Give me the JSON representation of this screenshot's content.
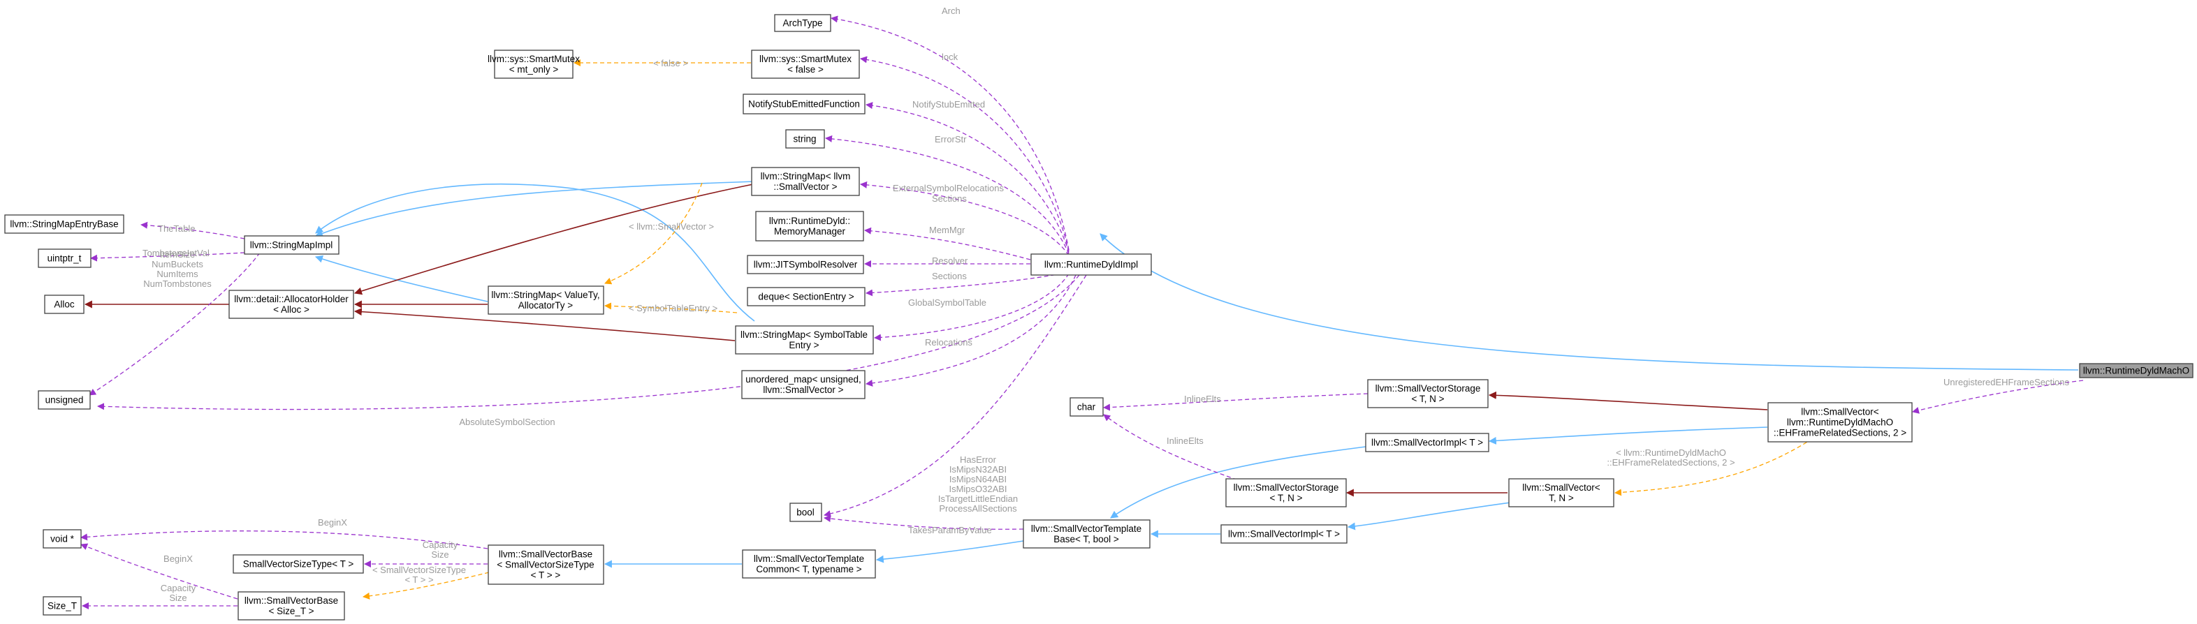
{
  "nodes": {
    "dyld_macho": [
      "llvm::RuntimeDyldMachO"
    ],
    "dyld_impl": [
      "llvm::RuntimeDyldImpl"
    ],
    "archtype": [
      "ArchType"
    ],
    "smartmutex_false": [
      "llvm::sys::SmartMutex",
      "< false >"
    ],
    "smartmutex_mt": [
      "llvm::sys::SmartMutex",
      "< mt_only >"
    ],
    "notify_stub": [
      "NotifyStubEmittedFunction"
    ],
    "string": [
      "string"
    ],
    "stringmap_smallvec": [
      "llvm::StringMap< llvm",
      "::SmallVector >"
    ],
    "memmgr": [
      "llvm::RuntimeDyld::",
      "MemoryManager"
    ],
    "jitsymres": [
      "llvm::JITSymbolResolver"
    ],
    "deque": [
      "deque< SectionEntry >"
    ],
    "stringmap_symtab": [
      "llvm::StringMap< SymbolTable",
      "Entry >"
    ],
    "unordered_map": [
      "unordered_map< unsigned,",
      "llvm::SmallVector >"
    ],
    "stringmap_vt": [
      "llvm::StringMap< ValueTy,",
      "AllocatorTy >"
    ],
    "stringmapimpl": [
      "llvm::StringMapImpl"
    ],
    "allocholder": [
      "llvm::detail::AllocatorHolder",
      "< Alloc >"
    ],
    "stringmapentrybase": [
      "llvm::StringMapEntryBase"
    ],
    "uintptr": [
      "uintptr_t"
    ],
    "alloc": [
      "Alloc"
    ],
    "unsigned": [
      "unsigned"
    ],
    "bool": [
      "bool"
    ],
    "char": [
      "char"
    ],
    "voidptr": [
      "void *"
    ],
    "size_t": [
      "Size_T"
    ],
    "svsizetype": [
      "SmallVectorSizeType< T >"
    ],
    "svbase_svst": [
      "llvm::SmallVectorBase",
      "< SmallVectorSizeType",
      "< T > >"
    ],
    "svbase_sizet": [
      "llvm::SmallVectorBase",
      "< Size_T >"
    ],
    "svtc": [
      "llvm::SmallVectorTemplate",
      "Common< T, typename >"
    ],
    "svtb": [
      "llvm::SmallVectorTemplate",
      "Base< T, bool >"
    ],
    "svimpl_mid": [
      "llvm::SmallVectorImpl< T >"
    ],
    "svimpl_top": [
      "llvm::SmallVectorImpl< T >"
    ],
    "svstorage_mid": [
      "llvm::SmallVectorStorage",
      "< T, N >"
    ],
    "svstorage_top": [
      "llvm::SmallVectorStorage",
      "< T, N >"
    ],
    "smallvector_tn": [
      "llvm::SmallVector<",
      "T, N >"
    ],
    "smallvector_eh": [
      "llvm::SmallVector<",
      "llvm::RuntimeDyldMachO",
      "::EHFrameRelatedSections, 2 >"
    ]
  },
  "edge_labels": {
    "arch": [
      "Arch"
    ],
    "lock": [
      "lock"
    ],
    "tplarg_false": [
      "< false >"
    ],
    "notify": [
      "NotifyStubEmitted"
    ],
    "errorstr": [
      "ErrorStr"
    ],
    "extsymrel": [
      "ExternalSymbolRelocations"
    ],
    "sections": [
      "Sections"
    ],
    "memmgr": [
      "MemMgr"
    ],
    "resolver": [
      "Resolver"
    ],
    "globalsym": [
      "GlobalSymbolTable"
    ],
    "relocations": [
      "Relocations"
    ],
    "tplarg_smallvec": [
      "< llvm::SmallVector >"
    ],
    "tplarg_symtab": [
      "< SymbolTableEntry >"
    ],
    "thetable": [
      "TheTable"
    ],
    "tombstone": [
      "TombstoneIntVal"
    ],
    "itemsize": [
      "ItemSize",
      "NumBuckets",
      "NumItems",
      "NumTombstones"
    ],
    "abssym": [
      "AbsoluteSymbolSection"
    ],
    "haserror": [
      "HasError",
      "IsMipsN32ABI",
      "IsMipsN64ABI",
      "IsMipsO32ABI",
      "IsTargetLittleEndian",
      "ProcessAllSections"
    ],
    "inlineelts_top": [
      "InlineElts"
    ],
    "inlineelts_mid": [
      "InlineElts"
    ],
    "unreg": [
      "UnregisteredEHFrameSections"
    ],
    "tplarg_eh": [
      "< llvm::RuntimeDyldMachO",
      "::EHFrameRelatedSections, 2 >"
    ],
    "takesparam": [
      "TakesParamByValue"
    ],
    "beginx_top": [
      "BeginX"
    ],
    "capacity_top": [
      "Capacity",
      "Size"
    ],
    "tplarg_svst": [
      "< SmallVectorSizeType",
      "< T > >"
    ],
    "beginx_bot": [
      "BeginX"
    ],
    "capacity_bot": [
      "Capacity",
      "Size"
    ]
  },
  "colors": {
    "usage_edge": "#9a32cd",
    "template_edge": "#ffa500",
    "inherit_edge": "#63b8ff",
    "private_inherit_edge": "#8b1a1a",
    "highlight_node": "#9e9e9e"
  }
}
